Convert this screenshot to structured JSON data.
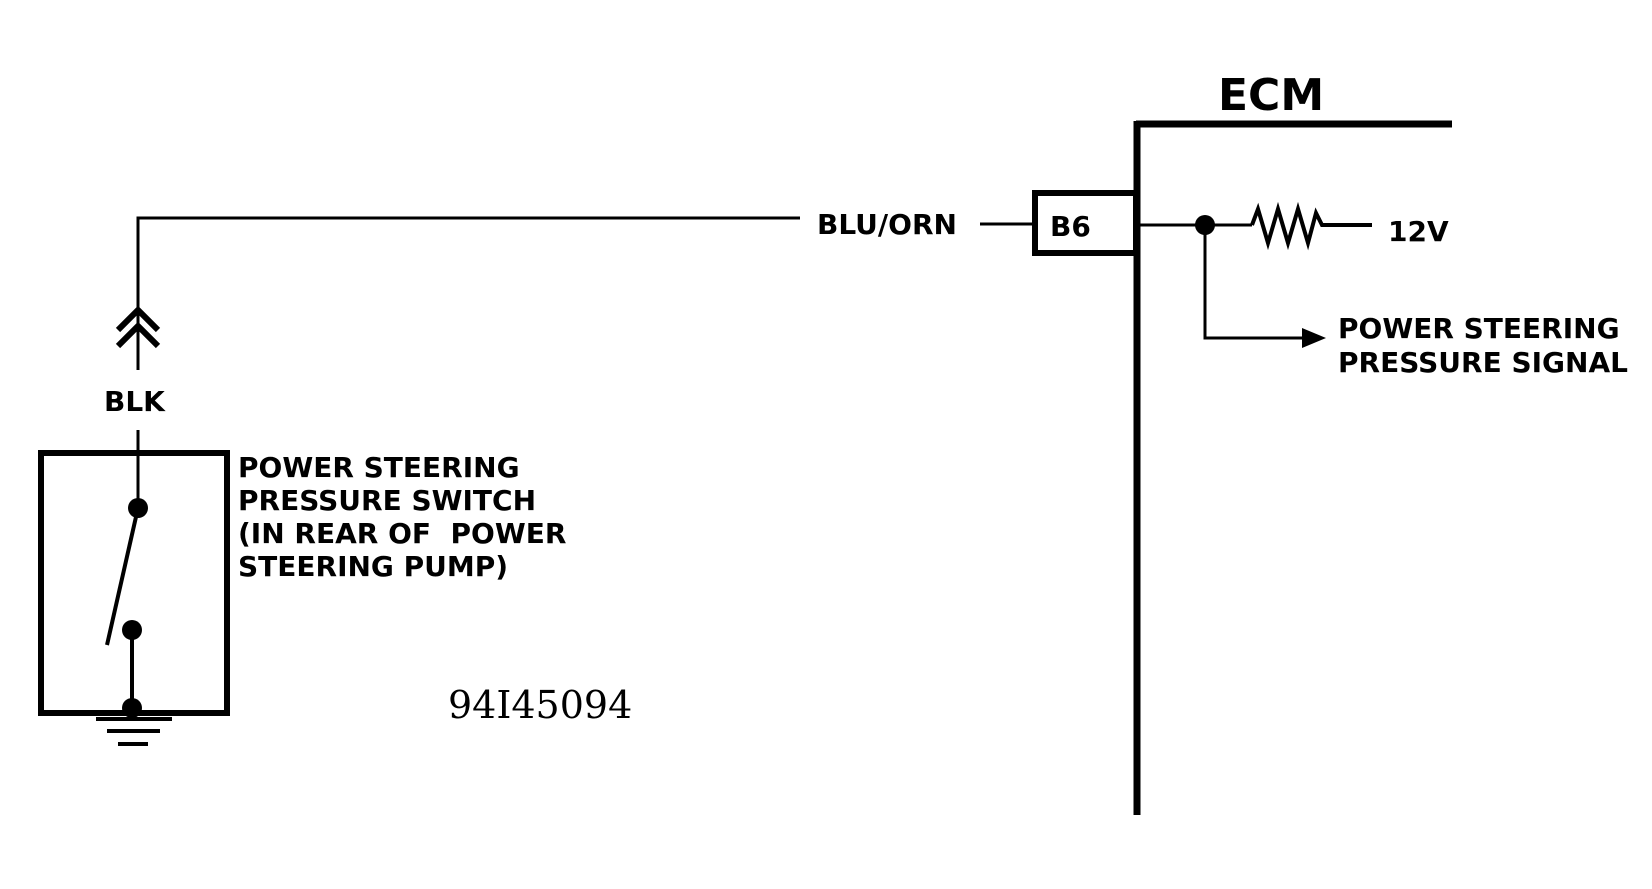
{
  "ecm": {
    "label": "ECM",
    "pin": "B6"
  },
  "wires": {
    "signal_wire": "BLU/ORN",
    "ground_wire": "BLK"
  },
  "supply": {
    "voltage": "12V"
  },
  "signal_output": {
    "line1": "POWER STEERING",
    "line2": "PRESSURE SIGNAL"
  },
  "switch": {
    "line1": "POWER STEERING",
    "line2": "PRESSURE SWITCH",
    "line3": "(IN REAR OF  POWER",
    "line4": "STEERING PUMP)"
  },
  "figure_id": "94I45094"
}
